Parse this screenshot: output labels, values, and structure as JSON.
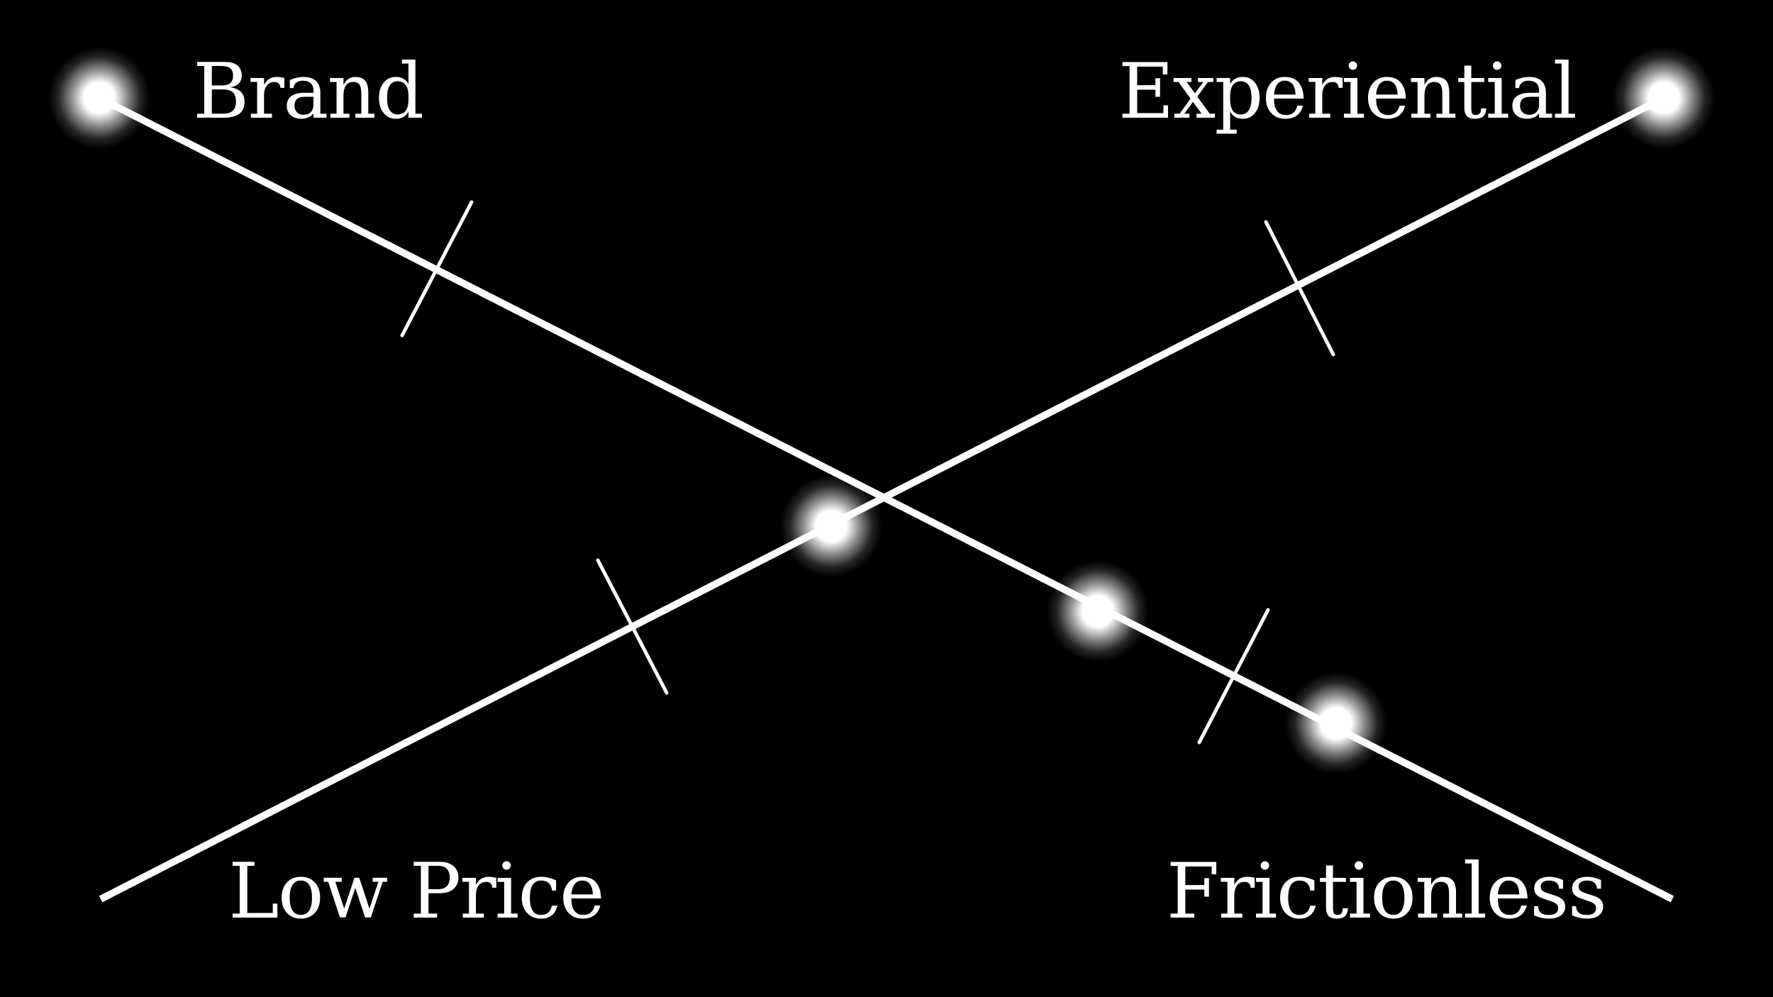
{
  "labels": {
    "top_left": "Brand",
    "top_right": "Experiential",
    "bottom_left": "Low Price",
    "bottom_right": "Frictionless"
  },
  "colors": {
    "background": "#000000",
    "line": "#ffffff",
    "glow": "#ffffff"
  }
}
